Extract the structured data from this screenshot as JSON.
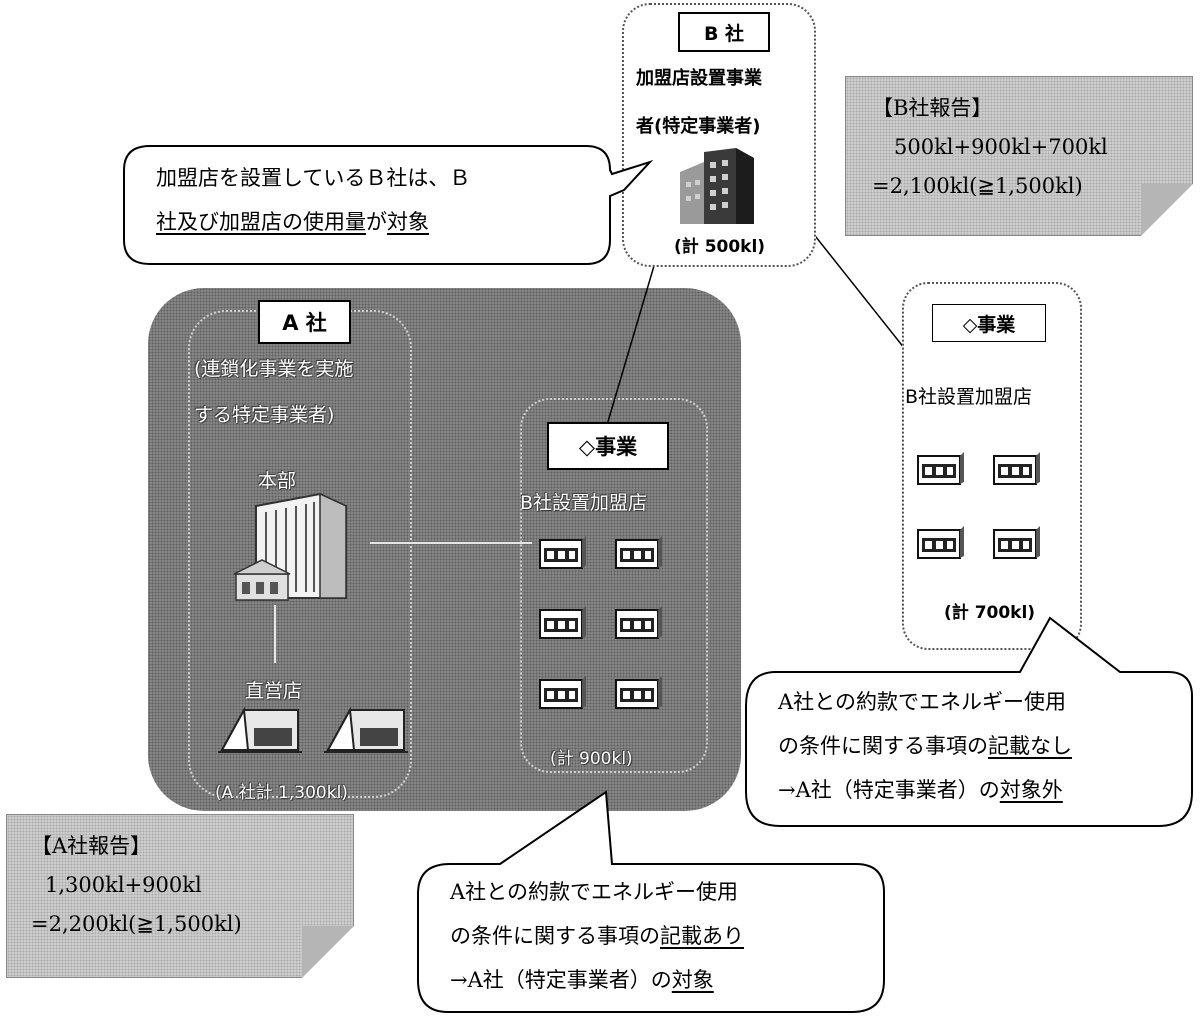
{
  "b_company": {
    "name": "B 社",
    "role_line1": "加盟店設置事業",
    "role_line2": "者(特定事業者)",
    "total": "(計 500kl)"
  },
  "b_report": {
    "title": "【B社報告】",
    "line1": "500kl+900kl+700kl",
    "line2": "=2,100kl(≧1,500kl)"
  },
  "callout_b": {
    "line1": "加盟店を設置しているＢ社は、Ｂ",
    "line2_underlined": "社及び加盟店の使用量",
    "line2_mid": "が",
    "line2_end": "対象"
  },
  "a_company": {
    "name": "A 社",
    "role_line1": "(連鎖化事業を実施",
    "role_line2": "する特定事業者)",
    "hq_label": "本部",
    "direct_store_label": "直営店",
    "total": "(A 社計 1,300kl)"
  },
  "a_business": {
    "label": "◇事業",
    "stores_label": "B社設置加盟店",
    "total": "(計 900kl)"
  },
  "right_business": {
    "label": "◇事業",
    "stores_label": "B社設置加盟店",
    "total": "(計 700kl)"
  },
  "callout_right": {
    "line1": "A社との約款でエネルギー使用",
    "line2_plain": "の条件に関する事項の",
    "line2_underlined": "記載なし",
    "line3_plain": "→A社（特定事業者）の",
    "line3_underlined": "対象外"
  },
  "a_report": {
    "title": "【A社報告】",
    "line1": "1,300kl+900kl",
    "line2": "=2,200kl(≧1,500kl)"
  },
  "callout_bottom": {
    "line1": "A社との約款でエネルギー使用",
    "line2_plain": "の条件に関する事項の",
    "line2_underlined": "記載あり",
    "line3_plain": "→A社（特定事業者）の",
    "line3_underlined": "対象"
  },
  "icons": [
    "office-building-icon",
    "headquarters-building-icon",
    "direct-store-icon",
    "franchise-store-icon"
  ]
}
